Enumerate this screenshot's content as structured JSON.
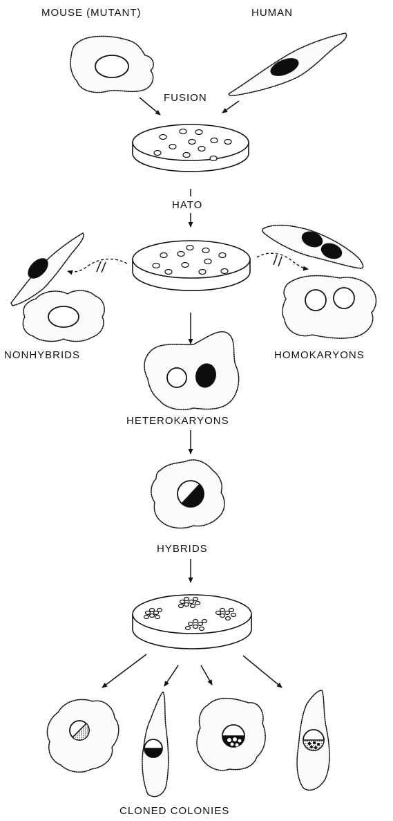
{
  "labels": {
    "mouse": "MOUSE (MUTANT)",
    "human": "HUMAN",
    "fusion": "FUSION",
    "hato": "HATO",
    "nonhybrids": "NONHYBRIDS",
    "homokaryons": "HOMOKARYONS",
    "heterokaryons": "HETEROKARYONS",
    "hybrids": "HYBRIDS",
    "cloned_colonies": "CLONED COLONIES"
  },
  "colors": {
    "ink": "#111111",
    "background": "#ffffff"
  }
}
